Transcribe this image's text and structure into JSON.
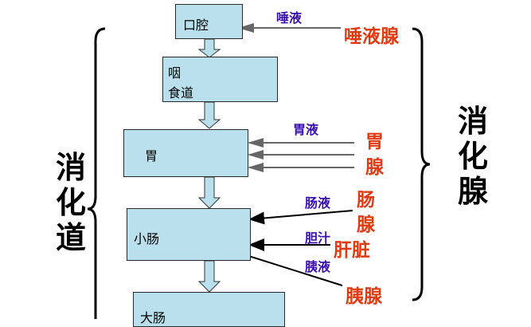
{
  "organs": {
    "mouth": "口腔",
    "pharynx_line1": "咽",
    "pharynx_line2": "食道",
    "stomach": "胃",
    "small_intestine": "小肠",
    "large_intestine": "大肠"
  },
  "juices": {
    "saliva": "唾液",
    "gastric": "胃液",
    "intestinal": "肠液",
    "bile": "胆汁",
    "pancreatic": "胰液"
  },
  "glands": {
    "salivary": "唾液腺",
    "gastric_line1": "胃",
    "gastric_line2": "腺",
    "intestinal_line1": "肠",
    "intestinal_line2": "腺",
    "liver": "肝脏",
    "pancreas": "胰腺"
  },
  "titles": {
    "tract_1": "消",
    "tract_2": "化",
    "tract_3": "道",
    "glands_1": "消",
    "glands_2": "化",
    "glands_3": "腺"
  },
  "colors": {
    "box_fill": "#b9e0ec",
    "juice_text": "#3a0fb0",
    "gland_text": "#e23a10"
  }
}
